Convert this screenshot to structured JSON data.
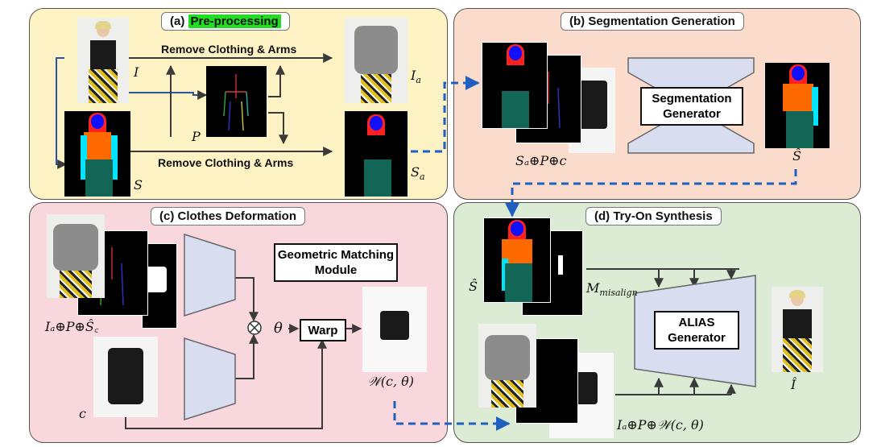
{
  "panels": {
    "a": {
      "title_prefix": "(a) ",
      "title": "Pre-processing",
      "colors": {
        "bg": "#fdf2c4"
      }
    },
    "b": {
      "title": "(b) Segmentation Generation",
      "colors": {
        "bg": "#fbdccc"
      }
    },
    "c": {
      "title": "(c) Clothes Deformation",
      "colors": {
        "bg": "#f8d8dc"
      }
    },
    "d": {
      "title": "(d) Try-On Synthesis",
      "colors": {
        "bg": "#dcecd4"
      }
    }
  },
  "pre": {
    "remove_top": "Remove Clothing & Arms",
    "remove_bottom": "Remove Clothing & Arms",
    "I": "I",
    "P": "P",
    "S": "S",
    "Ia": "I",
    "Ia_sub": "a",
    "Sa": "S",
    "Sa_sub": "a"
  },
  "seg": {
    "input_label": "Sₐ⊕P⊕c",
    "generator": "Segmentation Generator",
    "output_label": "Ŝ"
  },
  "deform": {
    "input_label": "Iₐ⊕P⊕Ŝ꜀",
    "gmm": "Geometric Matching Module",
    "theta": "θ",
    "otimes": "⊗",
    "warp": "Warp",
    "c": "c",
    "warped_label": "𝒲(c, θ)"
  },
  "synth": {
    "S_hat": "Ŝ",
    "m_misalign": "M",
    "m_sub": "misalign",
    "generator": "ALIAS Generator",
    "input_label": "Iₐ⊕P⊕𝒲(c, θ)",
    "output": "Î"
  },
  "colors": {
    "arrow": "#3a3a3a",
    "dashed": "#1f5fbf",
    "encoder": "#d8ddef",
    "seg_hair": "#ff2020",
    "seg_face": "#1010ff",
    "seg_top": "#ff6a00",
    "seg_arm": "#00e5ff",
    "seg_skirt": "#116655",
    "person_gray": "#8c8c8c"
  }
}
